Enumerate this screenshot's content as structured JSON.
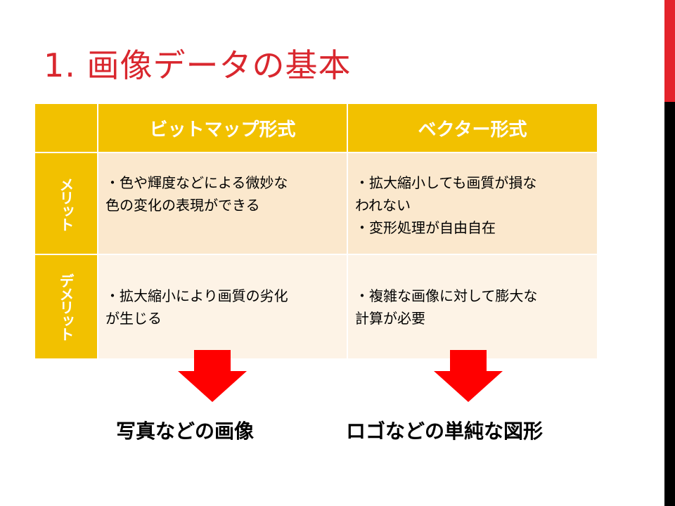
{
  "slide": {
    "title": "1. 画像データの基本",
    "accent_color": "#d9272e",
    "header_color": "#f2c100"
  },
  "table": {
    "headers": [
      "",
      "ビットマップ形式",
      "ベクター形式"
    ],
    "rows": [
      {
        "label": "メリット",
        "bitmap": [
          "・色や輝度などによる微妙な",
          "色の変化の表現ができる"
        ],
        "vector": [
          "・拡大縮小しても画質が損な",
          "われない",
          "・変形処理が自由自在"
        ]
      },
      {
        "label": "デメリット",
        "bitmap": [
          "・拡大縮小により画質の劣化",
          "が生じる"
        ],
        "vector": [
          "・複雑な画像に対して膨大な",
          "計算が必要"
        ]
      }
    ]
  },
  "conclusions": {
    "bitmap": "写真などの画像",
    "vector": "ロゴなどの単純な図形"
  },
  "icons": {
    "arrow": "down-arrow-icon",
    "arrow_color": "#ff0000"
  }
}
